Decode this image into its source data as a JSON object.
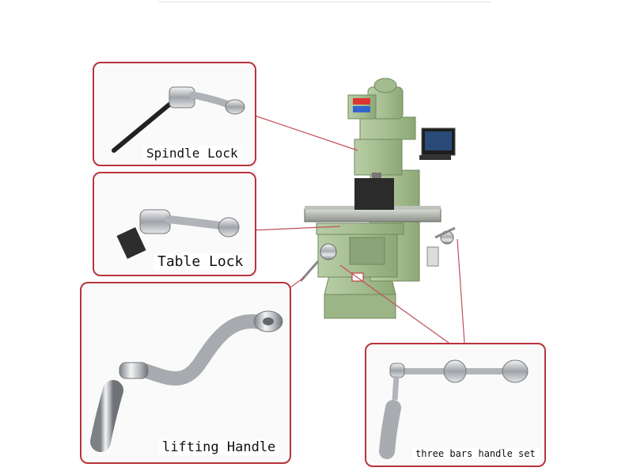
{
  "callouts": {
    "spindle_lock": {
      "label": "Spindle Lock"
    },
    "table_lock": {
      "label": "Table Lock"
    },
    "lifting_handle": {
      "label": "lifting Handle"
    },
    "three_bars": {
      "label": "three bars handle set"
    }
  },
  "colors": {
    "callout_border": "#b8343c",
    "leader_line": "#c0505a",
    "machine_body": "#9fb88a",
    "chrome": "#c9ccd0"
  }
}
